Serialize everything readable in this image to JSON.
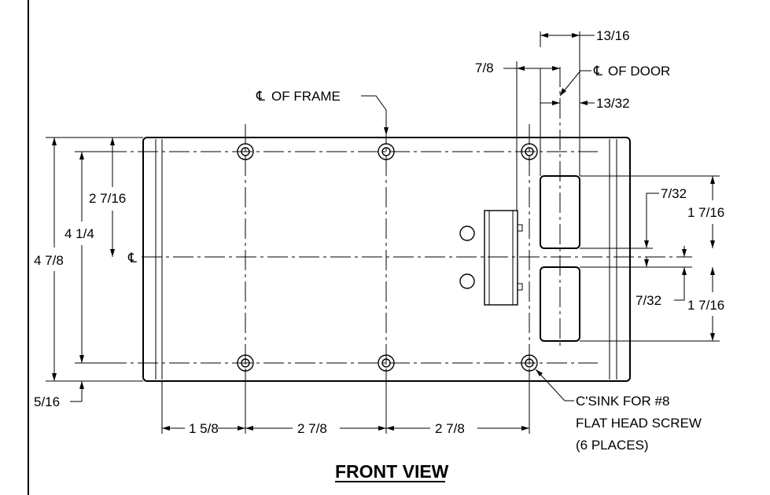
{
  "labels": {
    "cl_frame": "OF FRAME",
    "cl_door": "OF DOOR",
    "cl_symbol": "℄",
    "countersink_line1": "C'SINK FOR #8",
    "countersink_line2": "FLAT HEAD SCREW",
    "countersink_line3": "(6 PLACES)",
    "view_title": "FRONT VIEW"
  },
  "dimensions": {
    "top_13_16": "13/16",
    "top_7_8": "7/8",
    "top_13_32": "13/32",
    "left_2_7_16": "2 7/16",
    "left_4_1_4": "4 1/4",
    "left_4_7_8": "4 7/8",
    "left_5_16": "5/16",
    "right_7_32_upper": "7/32",
    "right_1_7_16_upper": "1 7/16",
    "right_7_32_lower": "7/32",
    "right_1_7_16_lower": "1 7/16",
    "bottom_1_5_8": "1 5/8",
    "bottom_2_7_8_left": "2 7/8",
    "bottom_2_7_8_right": "2 7/8"
  }
}
